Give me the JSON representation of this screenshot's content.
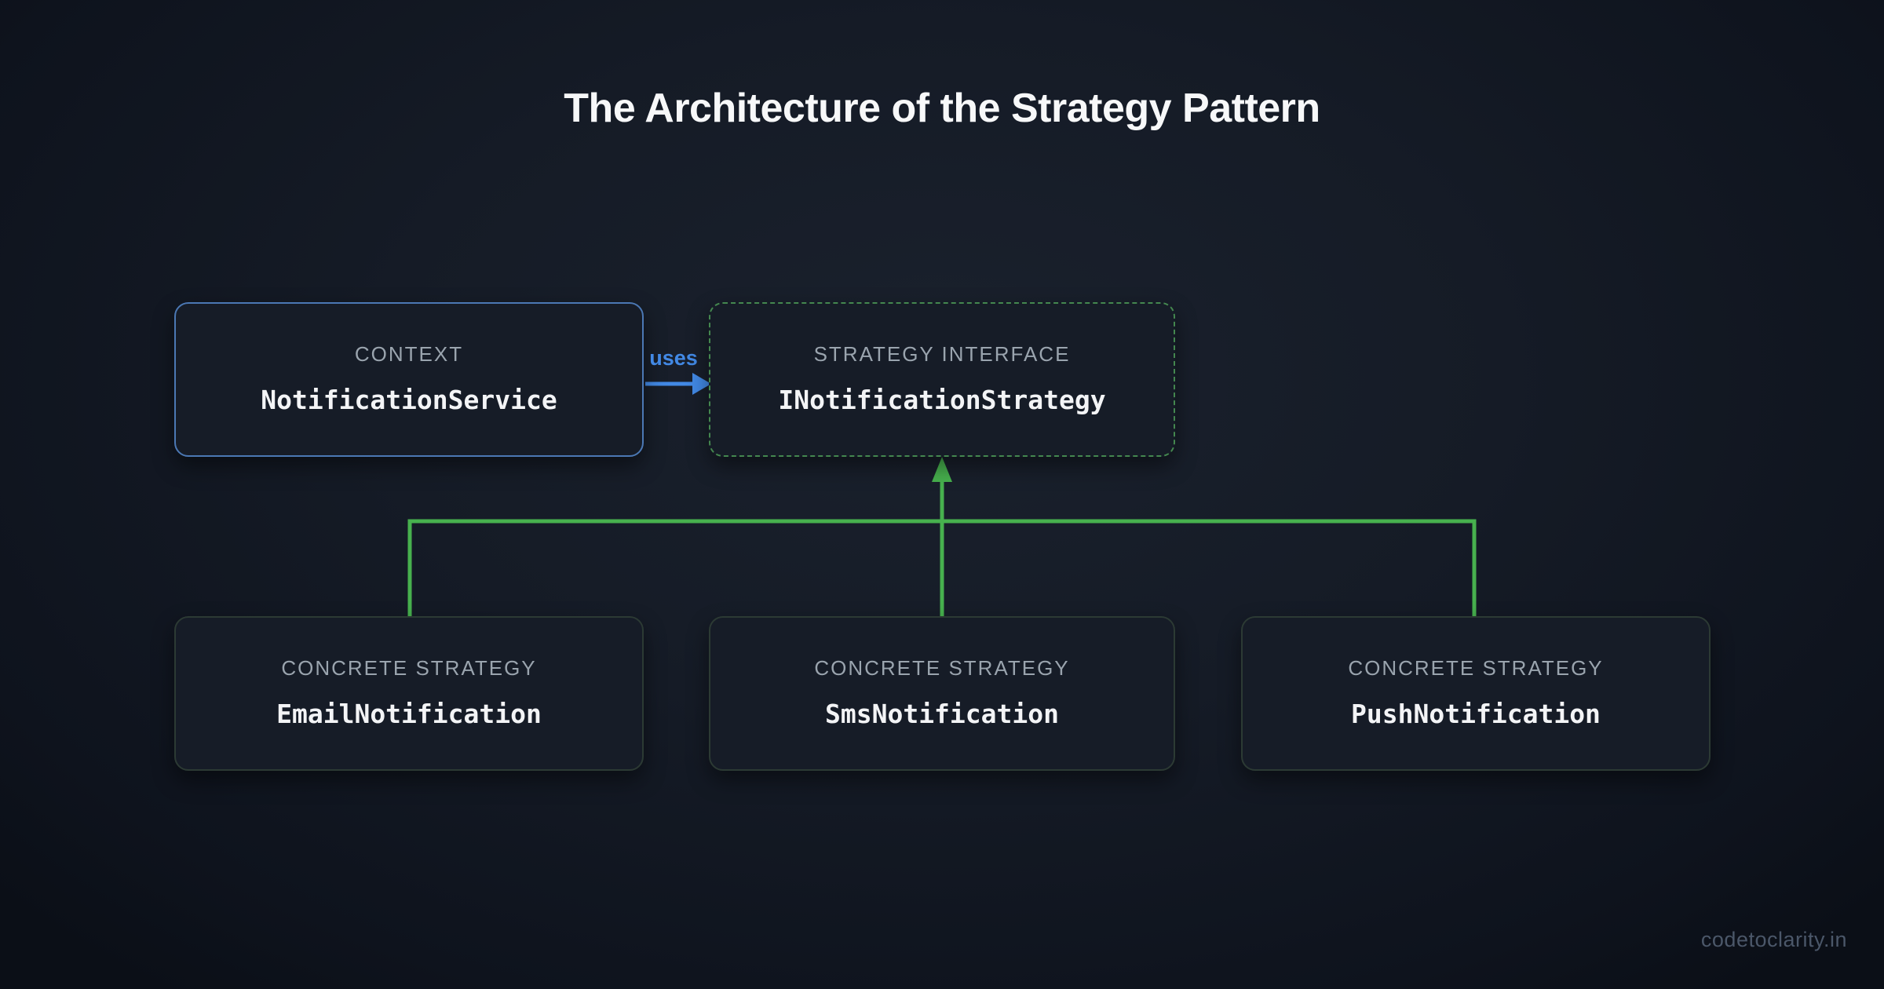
{
  "diagram": {
    "title": "The Architecture of the Strategy Pattern",
    "watermark": "codetoclarity.in"
  },
  "nodes": {
    "context": {
      "label": "CONTEXT",
      "name": "NotificationService"
    },
    "interface": {
      "label": "STRATEGY INTERFACE",
      "name": "INotificationStrategy"
    },
    "concrete": [
      {
        "label": "CONCRETE STRATEGY",
        "name": "EmailNotification"
      },
      {
        "label": "CONCRETE STRATEGY",
        "name": "SmsNotification"
      },
      {
        "label": "CONCRETE STRATEGY",
        "name": "PushNotification"
      }
    ]
  },
  "edges": {
    "uses": {
      "label": "uses",
      "from": "NotificationService",
      "to": "INotificationStrategy",
      "style": "solid-arrow"
    },
    "implements": {
      "from": [
        "EmailNotification",
        "SmsNotification",
        "PushNotification"
      ],
      "to": "INotificationStrategy",
      "style": "solid-arrow"
    }
  },
  "colors": {
    "accent_blue": "#4289e5",
    "accent_green": "#47b14e",
    "context_border": "#4b78b4",
    "interface_border": "#44874f",
    "concrete_border": "#2c3a34",
    "box_fill": "#161c27",
    "label_gray": "#9aa4ae",
    "name_white": "#f3f4f6",
    "title_white": "#f7f8f9",
    "watermark_gray": "#4b5769"
  }
}
